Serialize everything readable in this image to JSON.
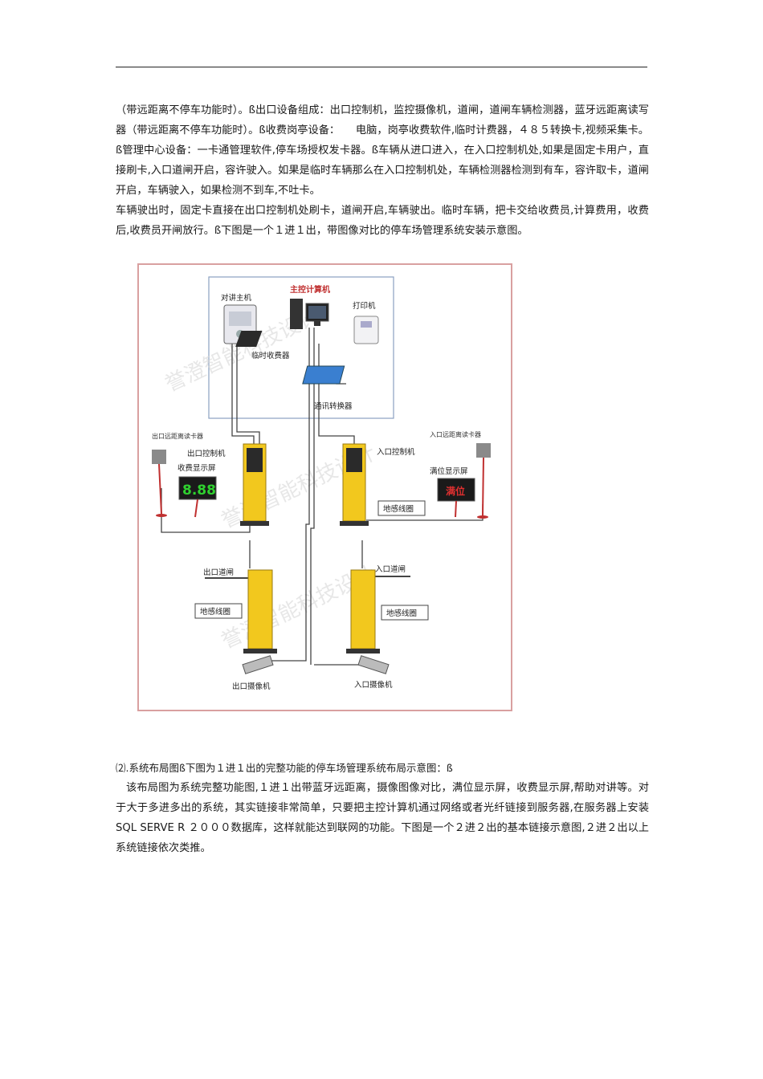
{
  "page": {
    "p1": "（带远距离不停车功能时）。ß出口设备组成：出口控制机，监控摄像机，道闸，道闸车辆检测器，蓝牙远距离读写器（带远距离不停车功能时）。ß收费岗亭设备：　　电脑，岗亭收费软件,临时计费器，４８５转换卡,视频采集卡。ß管理中心设备：一卡通管理软件,停车场授权发卡器。ß车辆从进口进入，在入口控制机处,如果是固定卡用户，直接刷卡,入口道闸开启，容许驶入。如果是临时车辆那么在入口控制机处，车辆检测器检测到有车，容许取卡，道闸开启，车辆驶入，如果检测不到车,不吐卡。",
    "p2": "车辆驶出时，固定卡直接在出口控制机处刷卡，道闸开启,车辆驶出。临时车辆，把卡交给收费员,计算费用，收费后,收费员开闸放行。ß下图是一个１进１出，带图像对比的停车场管理系统安装示意图。",
    "p3": "⑵.系统布局图ß下图为１进１出的完整功能的停车场管理系统布局示意图：ß",
    "p4": "该布局图为系统完整功能图,１进１出带蓝牙远距离，摄像图像对比，满位显示屏，收费显示屏,帮助对讲等。对于大于多进多出的系统，其实链接非常简单，只要把主控计算机通过网络或者光纤链接到服务器,在服务器上安装SQL SERVE R ２０００数据库，这样就能达到联网的功能。下图是一个２进２出的基本链接示意图,２进２出以上系统链接依次类推。"
  },
  "diagram": {
    "main_computer": "主控计算机",
    "intercom_host": "对讲主机",
    "printer": "打印机",
    "temp_fee_device": "临时收费器",
    "comm_converter": "通讯转换器",
    "exit_long_range_reader": "出口远距离读卡器",
    "entry_long_range_reader": "入口远距离读卡器",
    "exit_controller": "出口控制机",
    "entry_controller": "入口控制机",
    "fee_display": "收费显示屏",
    "fee_display_value": "8.88",
    "full_display": "满位显示屏",
    "full_display_value": "满位",
    "loop_coil": "地感线圈",
    "exit_gate": "出口道闸",
    "entry_gate": "入口道闸",
    "exit_camera": "出口摄像机",
    "entry_camera": "入口摄像机",
    "watermark": "誉澄智能科技设计",
    "colors": {
      "frame": "#d9a0a0",
      "yellow": "#f2c81e",
      "cable": "#444444",
      "red": "#c03030",
      "blue": "#3a7fd0"
    }
  }
}
